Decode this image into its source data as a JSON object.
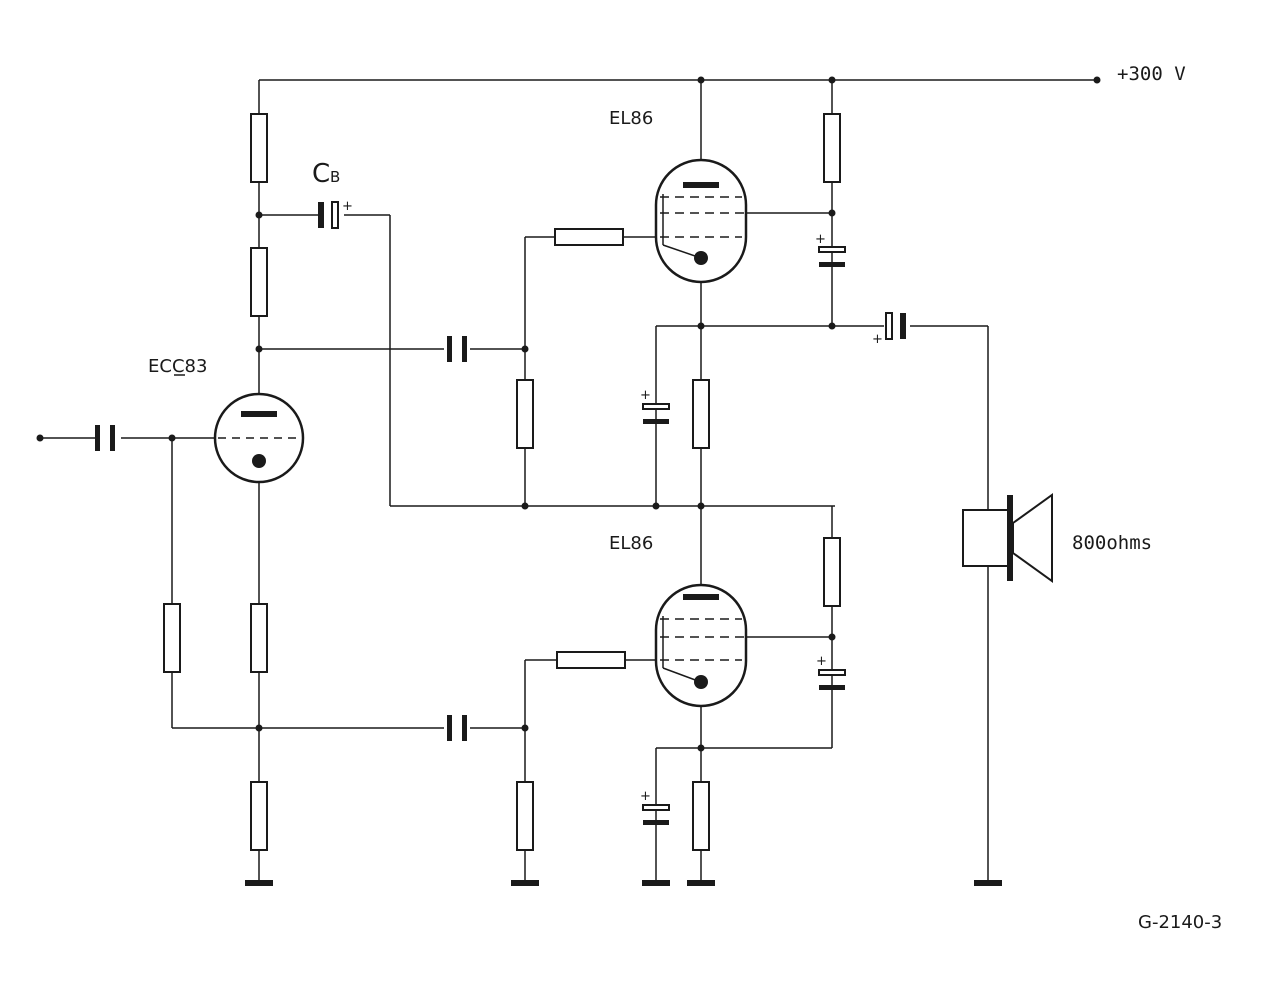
{
  "labels": {
    "supply": "+300 V",
    "tube_top": "EL86",
    "tube_bottom": "EL86",
    "tube_driver": "ECC83",
    "cap_b_main": "C",
    "cap_b_sub": "B",
    "speaker": "800ohms",
    "figure_id": "G-2140-3",
    "polarity": "+"
  },
  "colors": {
    "ink": "#1a1a1a",
    "background": "#ffffff"
  }
}
